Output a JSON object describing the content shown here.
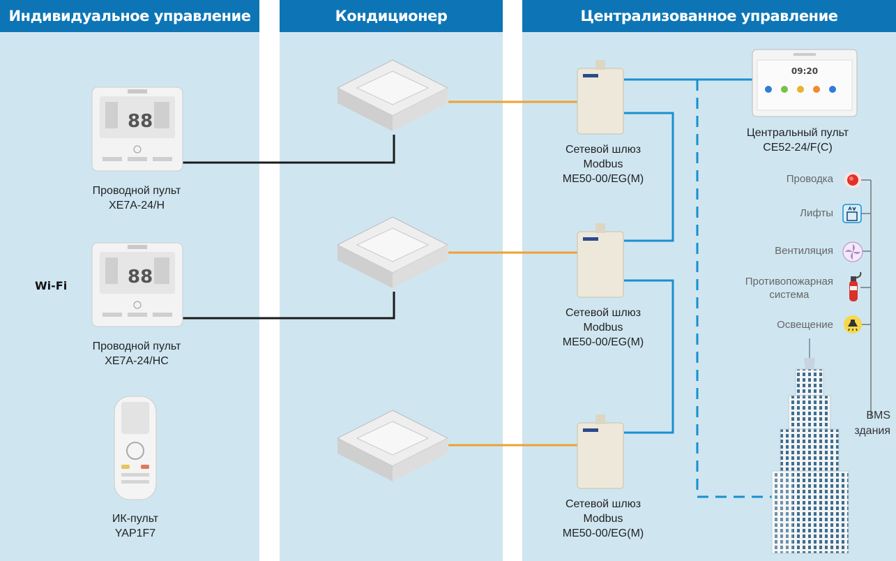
{
  "columns": {
    "individual": "Индивидуальное управление",
    "ac": "Кондиционер",
    "central": "Централизованное управление"
  },
  "devices": {
    "wired1": {
      "name": "Проводной пульт",
      "model": "XE7A-24/H"
    },
    "wired2": {
      "name": "Проводной пульт",
      "model": "XE7A-24/HC"
    },
    "wifi": "Wi-Fi",
    "ir": {
      "name": "ИК-пульт",
      "model": "YAP1F7"
    },
    "central_panel": {
      "name": "Центральный пульт",
      "model": "CE52-24/F(C)",
      "screen_time": "09:20"
    },
    "gateways": [
      {
        "line1": "Сетевой шлюз",
        "line2": "Modbus",
        "line3": "ME50-00/EG(M)"
      },
      {
        "line1": "Сетевой шлюз",
        "line2": "Modbus",
        "line3": "ME50-00/EG(M)"
      },
      {
        "line1": "Сетевой шлюз",
        "line2": "Modbus",
        "line3": "ME50-00/EG(M)"
      }
    ],
    "display_digits": "88"
  },
  "bms": {
    "items": [
      {
        "label": "Проводка",
        "icon": "alarm-icon"
      },
      {
        "label": "Лифты",
        "icon": "elevator-icon"
      },
      {
        "label": "Вентиляция",
        "icon": "fan-icon"
      },
      {
        "label_line1": "Противопожарная",
        "label_line2": "система",
        "icon": "fire-extinguisher-icon"
      },
      {
        "label": "Освещение",
        "icon": "lamp-icon"
      }
    ],
    "title_line1": "BMS",
    "title_line2": "здания"
  },
  "colors": {
    "header": "#0d75b6",
    "panel": "#cfe6f1",
    "wire_black": "#1a1a1a",
    "wire_orange": "#f0a030",
    "wire_blue": "#1a8fd0"
  }
}
